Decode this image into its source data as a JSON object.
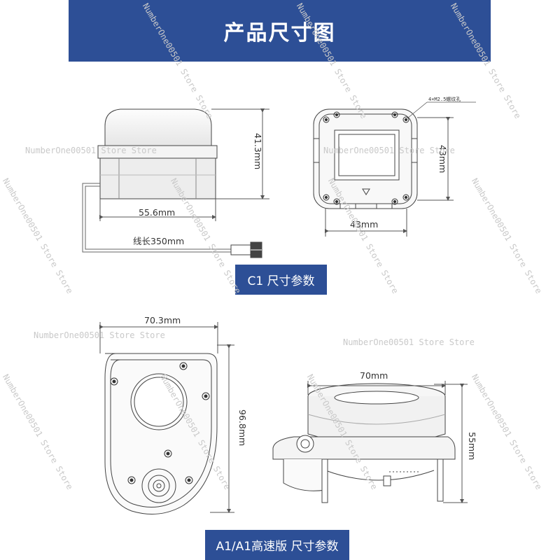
{
  "header": {
    "title": "产品尺寸图"
  },
  "c1": {
    "label": "C1 尺寸参数",
    "height": "41.3mm",
    "width": "55.6mm",
    "cable": "线长350mm",
    "top_width": "43mm",
    "top_height": "43mm",
    "screw_note": "4×M2.5螺纹孔"
  },
  "a1": {
    "label": "A1/A1高速版 尺寸参数",
    "top_width": "70.3mm",
    "top_height": "96.8mm",
    "side_width": "70mm",
    "side_height": "55mm"
  },
  "watermarks": [
    "NumberOne00501 Store Store",
    "NumberOne00501 Store Store",
    "NumberOne00501 Store Store",
    "NumberOne00501 Store Store",
    "NumberOne00501 Store Store",
    "NumberOne00501 Store Store",
    "NumberOne00501 Store Store",
    "NumberOne00501 Store Store",
    "NumberOne00501 Store Store",
    "NumberOne00501 Store Store",
    "NumberOne00501 Store Store",
    "NumberOne00501 Store Store",
    "NumberOne00501 Store Store",
    "NumberOne00501 Store Store",
    "NumberOne00501 Store Store"
  ],
  "colors": {
    "banner": "#2d4f96",
    "line": "#555555"
  }
}
